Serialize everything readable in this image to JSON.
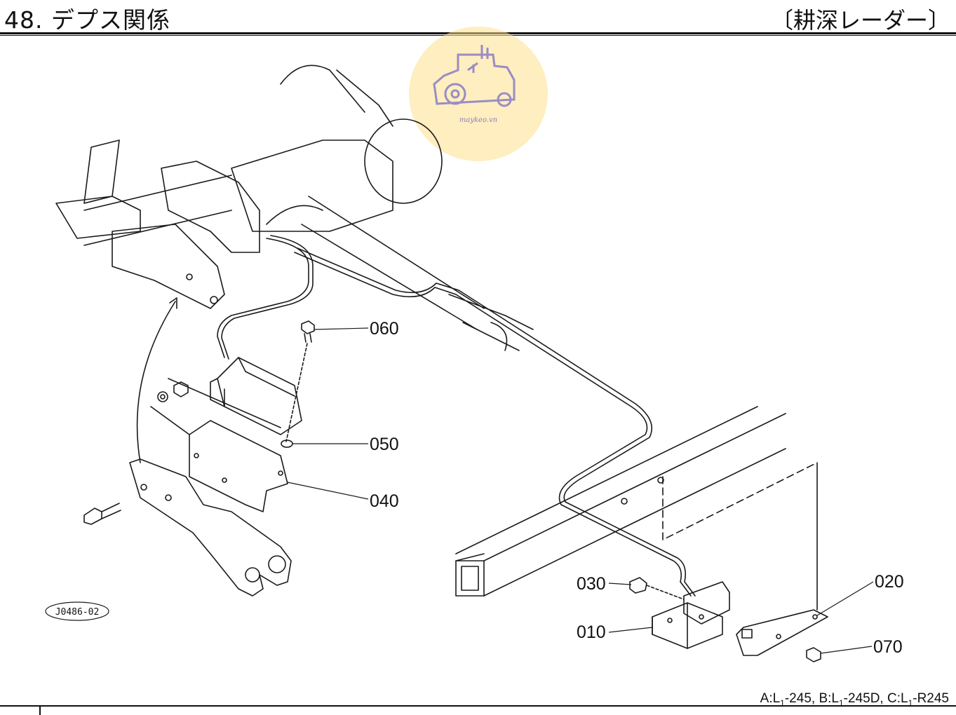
{
  "header": {
    "title": "48. デプス関係",
    "section": "〔耕深レーダー〕"
  },
  "figure_code": "J0486-02",
  "parts": [
    {
      "label": "010"
    },
    {
      "label": "020"
    },
    {
      "label": "030"
    },
    {
      "label": "040"
    },
    {
      "label": "050"
    },
    {
      "label": "060"
    },
    {
      "label": "070"
    }
  ],
  "models": {
    "a_prefix": "A:L",
    "a_sub": "1",
    "a_suffix": "-245, ",
    "b_prefix": "B:L",
    "b_sub": "1",
    "b_suffix": "-245D, ",
    "c_prefix": "C:L",
    "c_sub": "1",
    "c_suffix": "-R245"
  },
  "watermark": {
    "text": "maykeo.vn",
    "icon": "tractor-icon",
    "color": "#fde08c"
  }
}
